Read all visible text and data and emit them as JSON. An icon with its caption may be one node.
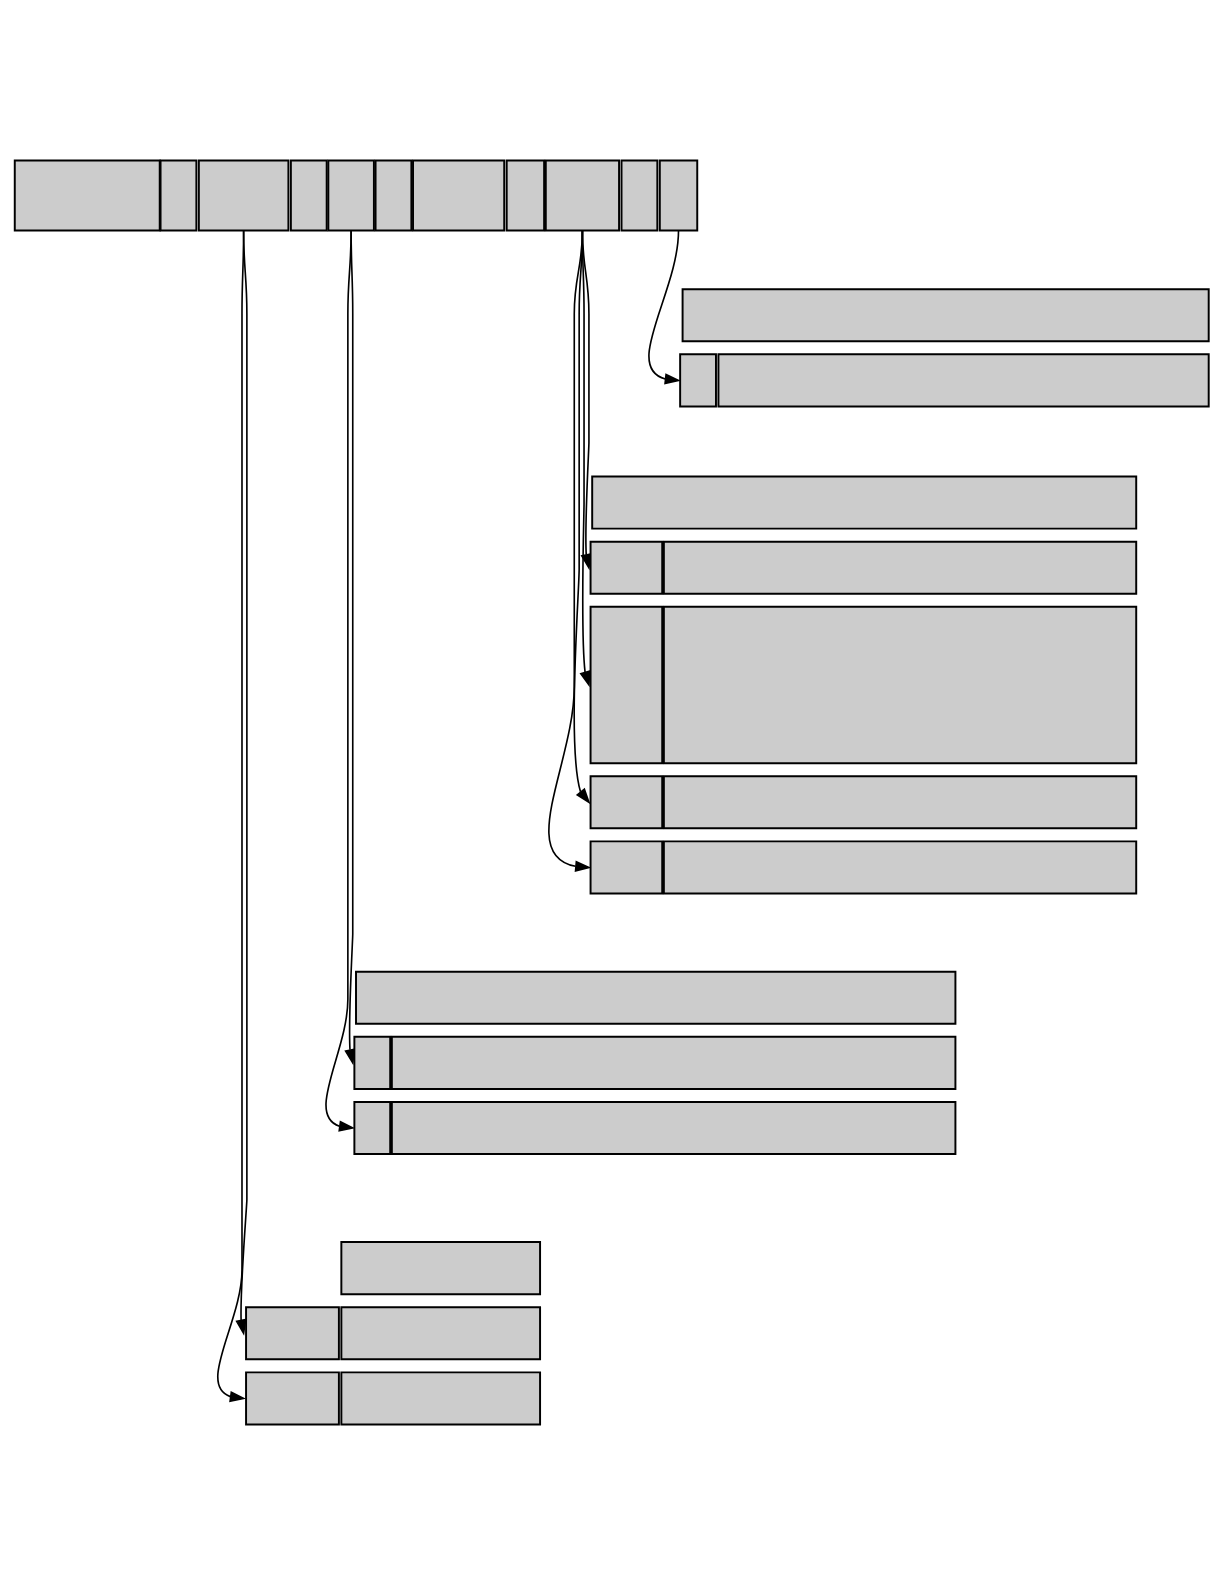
{
  "diagram": {
    "nodes": [
      {
        "text": [],
        "shape": "box"
      },
      {
        "text": [],
        "shape": "box"
      },
      {
        "text": [],
        "shape": "box"
      },
      {
        "text": [],
        "shape": "box"
      },
      {
        "text": [],
        "shape": "box"
      },
      {
        "text": [],
        "shape": "box"
      },
      {
        "text": [],
        "shape": "box"
      },
      {
        "text": [],
        "shape": "box"
      },
      {
        "text": [],
        "shape": "box"
      },
      {
        "text": [],
        "shape": "box"
      },
      {
        "text": [],
        "shape": "box"
      },
      {
        "text": [],
        "shape": "box"
      },
      {
        "text": [],
        "shape": "box"
      },
      {
        "text": [],
        "shape": "box"
      },
      {
        "text": [],
        "shape": "box"
      },
      {
        "text": [],
        "shape": "box"
      },
      {
        "text": [],
        "shape": "box"
      },
      {
        "text": [],
        "shape": "box"
      },
      {
        "text": [],
        "shape": "box"
      },
      {
        "text": [],
        "shape": "box"
      },
      {
        "text": [],
        "shape": "box"
      },
      {
        "text": [],
        "shape": "box"
      },
      {
        "text": [],
        "shape": "box"
      },
      {
        "text": [],
        "shape": "box"
      },
      {
        "text": [],
        "shape": "box"
      },
      {
        "text": [],
        "shape": "box"
      },
      {
        "text": [],
        "shape": "box"
      },
      {
        "text": [],
        "shape": "box"
      },
      {
        "text": [],
        "shape": "box"
      },
      {
        "text": [],
        "shape": "box"
      },
      {
        "text": [],
        "shape": "box"
      },
      {
        "text": [],
        "shape": "box"
      },
      {
        "text": [],
        "shape": "box"
      }
    ],
    "edges": [
      {
        "from": 10,
        "to": 12,
        "arrow": "to"
      },
      {
        "from": 8,
        "to": 15,
        "arrow": "to"
      },
      {
        "from": 8,
        "to": 17,
        "arrow": "to"
      },
      {
        "from": 8,
        "to": 19,
        "arrow": "to"
      },
      {
        "from": 8,
        "to": 21,
        "arrow": "to"
      },
      {
        "from": 4,
        "to": 24,
        "arrow": "to"
      },
      {
        "from": 4,
        "to": 26,
        "arrow": "to"
      },
      {
        "from": 2,
        "to": 29,
        "arrow": "to"
      },
      {
        "from": 2,
        "to": 31,
        "arrow": "to"
      }
    ]
  }
}
